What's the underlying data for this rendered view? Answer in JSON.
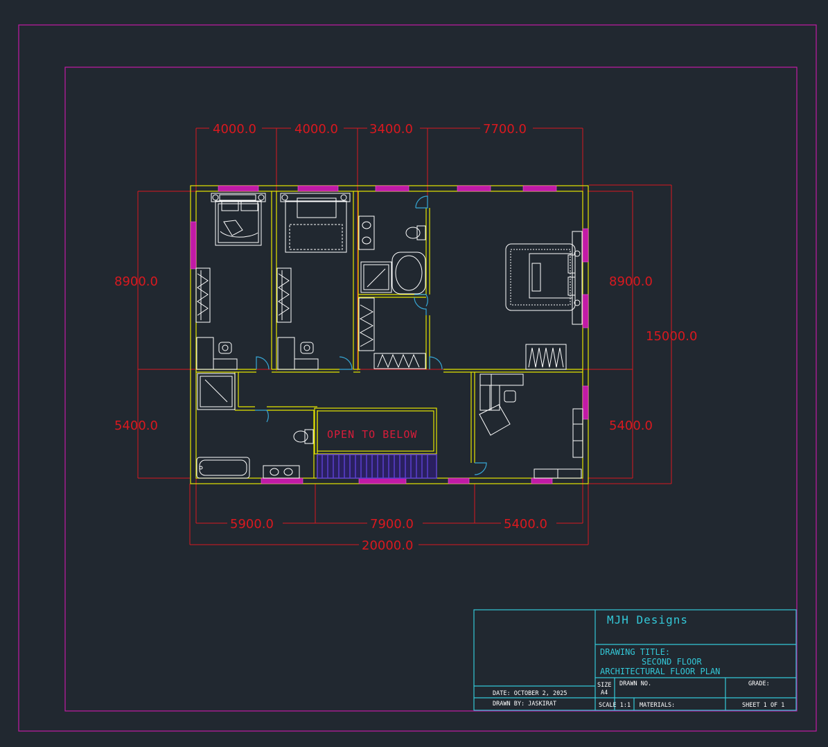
{
  "dimensions": {
    "top": [
      "4000.0",
      "4000.0",
      "3400.0",
      "7700.0"
    ],
    "bottom": [
      "5900.0",
      "7900.0",
      "5400.0"
    ],
    "overall_width": "20000.0",
    "left_upper": "8900.0",
    "left_lower": "5400.0",
    "right_upper": "8900.0",
    "right_lower": "5400.0",
    "overall_height": "15000.0"
  },
  "plan": {
    "void_label": "OPEN TO BELOW"
  },
  "title_block": {
    "company": "MJH Designs",
    "drawing_title_label": "DRAWING TITLE:",
    "title_line1": "SECOND FLOOR",
    "title_line2": "ARCHITECTURAL FLOOR PLAN",
    "date": "DATE: OCTOBER 2, 2025",
    "drawn_by": "DRAWN BY: JASKIRAT",
    "size_label": "SIZE",
    "size_value": "A4",
    "drawn_no": "DRAWN NO.",
    "grade": "GRADE:",
    "scale": "SCALE 1:1",
    "materials": "MATERIALS:",
    "sheet": "SHEET 1 OF 1"
  },
  "colors": {
    "background": "#212830",
    "border": "#c21aa6",
    "wall": "#e6e600",
    "dimension": "#d9191f",
    "window": "#c21aa6",
    "door": "#37a8d6",
    "furniture": "#ffffff",
    "title_block": "#33c8d8",
    "stair": "#5b3fcf"
  }
}
